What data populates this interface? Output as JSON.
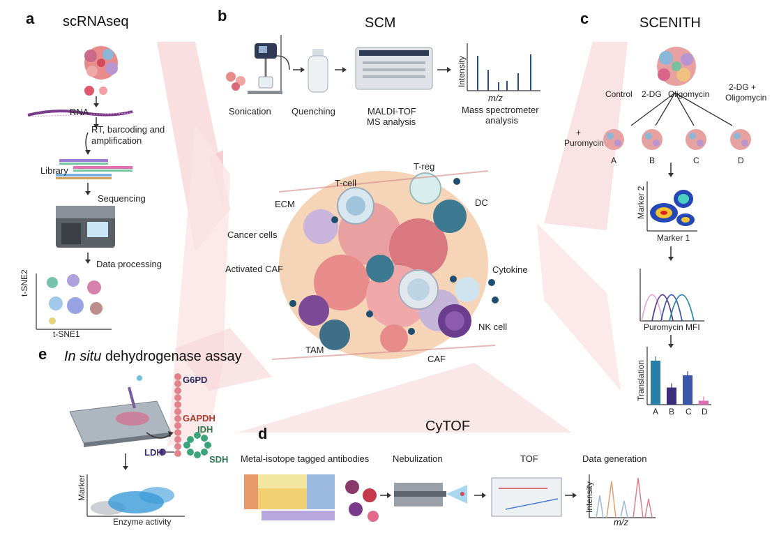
{
  "panels": {
    "a": {
      "letter": "a",
      "title": "scRNAseq",
      "labels": {
        "rna": "RNA",
        "rt": "RT, barcoding and",
        "rt2": "amplification",
        "library": "Library",
        "sequencing": "Sequencing",
        "processing": "Data processing",
        "tsne2": "t-SNE2",
        "tsne1": "t-SNE1"
      }
    },
    "b": {
      "letter": "b",
      "title": "SCM",
      "steps": {
        "sonication": "Sonication",
        "quenching": "Quenching",
        "maldi1": "MALDI-TOF",
        "maldi2": "MS analysis",
        "ms1": "Mass spectrometer",
        "ms2": "analysis"
      },
      "axis": {
        "y": "Intensity",
        "x": "m/z"
      }
    },
    "c": {
      "letter": "c",
      "title": "SCENITH",
      "conditions": [
        "Control",
        "2-DG",
        "Oligomycin",
        "2-DG +",
        "Oligomycin"
      ],
      "puromycin1": "+",
      "puromycin2": "Puromycin",
      "groups": [
        "A",
        "B",
        "C",
        "D"
      ],
      "flow": {
        "y": "Marker 2",
        "x": "Marker 1"
      },
      "hist_x": "Puromycin MFI",
      "bar_y": "Translation",
      "bar_x": [
        "A",
        "B",
        "C",
        "D"
      ]
    },
    "d": {
      "letter": "d",
      "title": "CyTOF",
      "steps": {
        "metal": "Metal-isotope tagged antibodies",
        "nebul": "Nebulization",
        "tof": "TOF",
        "datagen": "Data generation"
      },
      "axis": {
        "y": "Intensity",
        "x": "m/z"
      }
    },
    "e": {
      "letter": "e",
      "title_italic": "In situ",
      "title_rest": " dehydrogenase assay",
      "enzymes": {
        "g6pd": "G6PD",
        "gapdh": "GAPDH",
        "idh": "IDH",
        "sdh": "SDH",
        "ldh": "LDH"
      },
      "axis": {
        "y": "Marker",
        "x": "Enzyme activity"
      }
    },
    "center": {
      "labels": {
        "treg": "T-reg",
        "tcell": "T-cell",
        "dc": "DC",
        "ecm": "ECM",
        "cancer": "Cancer cells",
        "caf_act": "Activated CAF",
        "cytokine": "Cytokine",
        "nk": "NK cell",
        "tam": "TAM",
        "caf": "CAF"
      }
    }
  },
  "colors": {
    "pink_glow": "#f6c9cc",
    "blue_bar": "#2a7fa9",
    "purple_bar": "#3b2d7a",
    "mid_bar": "#3a56a8",
    "pink_bar": "#d86db4"
  },
  "chart_data": [
    {
      "type": "bar",
      "categories": [
        "A",
        "B",
        "C",
        "D"
      ],
      "values": [
        0.9,
        0.35,
        0.6,
        0.08
      ],
      "ylabel": "Translation",
      "xlabel": ""
    }
  ]
}
